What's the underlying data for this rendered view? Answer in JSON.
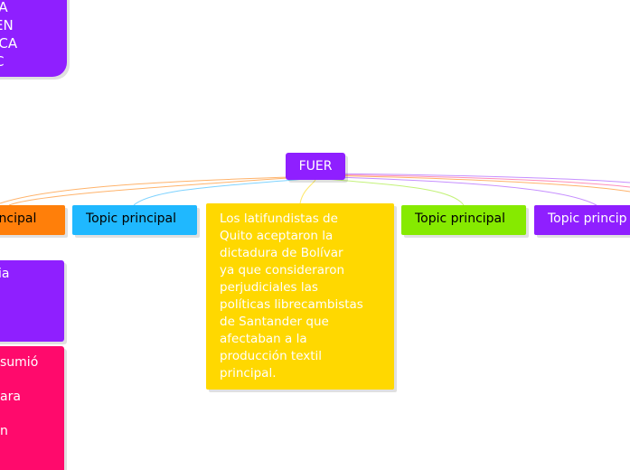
{
  "central": {
    "label": "FUER"
  },
  "topics": [
    {
      "label": "principal",
      "color": "#ff7f0a"
    },
    {
      "label": "Topic principal",
      "color": "#1fb8ff"
    },
    {
      "label": "Los latifundistas de Quito aceptaron la dictadura de Bolívar ya que consideraron perjudiciales las políticas librecambistas de Santander que afectaban a la producción textil principal.",
      "color": "#ffd800",
      "lines": [
        "Los latifundistas de",
        "Quito aceptaron la",
        "dictadura de Bolívar",
        "ya que consideraron",
        "perjudiciales las",
        "políticas librecambistas",
        "de Santander que",
        "afectaban a la",
        "producción textil",
        "principal."
      ]
    },
    {
      "label": "Topic principal",
      "color": "#86ea00"
    },
    {
      "label": "Topic princip",
      "color": "#8f1fff"
    }
  ],
  "top_left_node": {
    "lines": [
      "IA",
      "EN",
      "ICA",
      "C"
    ],
    "color": "#8f1fff"
  },
  "left_purple_node": {
    "text": "ia",
    "color": "#8f1fff"
  },
  "left_pink_node": {
    "lines": [
      "sumió",
      "ara",
      "n"
    ],
    "color": "#ff0a6c"
  }
}
